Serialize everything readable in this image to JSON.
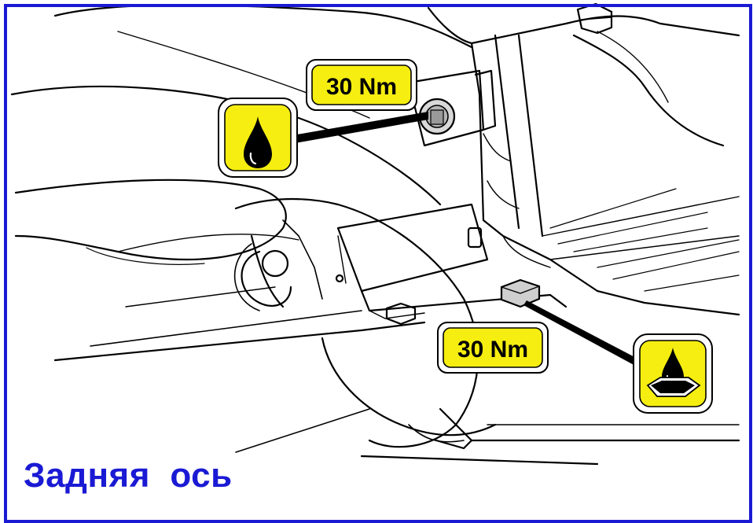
{
  "callouts": {
    "torque_top": "30 Nm",
    "torque_bottom": "30 Nm"
  },
  "icons": {
    "fill_plug": "oil-drop-icon",
    "drain_plug": "oil-drain-icon"
  },
  "caption": "Задняя  ось",
  "colors": {
    "frame": "#1a1ad4",
    "caption": "#1a1ad4",
    "badge_fill": "#f5ee10",
    "line": "#000000"
  }
}
